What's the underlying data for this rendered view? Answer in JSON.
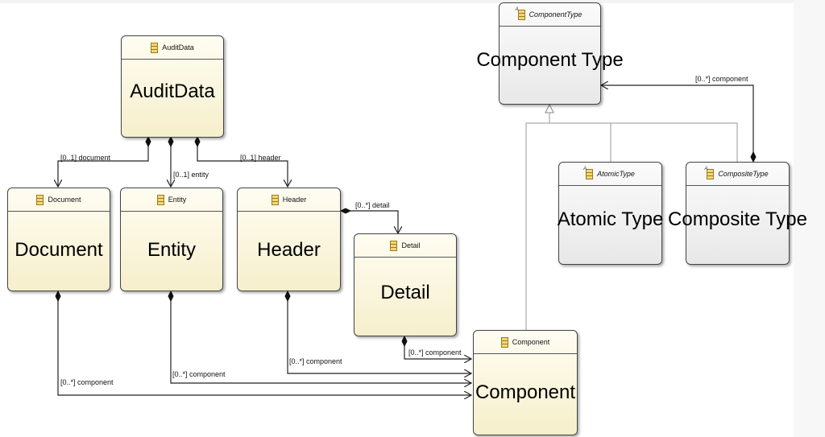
{
  "classes": {
    "component_type": {
      "header": "ComponentType",
      "name": "Component Type"
    },
    "audit_data": {
      "header": "AuditData",
      "name": "AuditData"
    },
    "atomic_type": {
      "header": "AtomicType",
      "name": "Atomic Type"
    },
    "composite_type": {
      "header": "CompositeType",
      "name": "Composite Type"
    },
    "document": {
      "header": "Document",
      "name": "Document"
    },
    "entity": {
      "header": "Entity",
      "name": "Entity"
    },
    "header": {
      "header": "Header",
      "name": "Header"
    },
    "detail": {
      "header": "Detail",
      "name": "Detail"
    },
    "component": {
      "header": "Component",
      "name": "Component"
    }
  },
  "abstract_badge": "A",
  "edges": {
    "audit_document": "[0..1] document",
    "audit_entity": "[0..1] entity",
    "audit_header": "[0..1] header",
    "header_detail": "[0..*] detail",
    "composite_component": "[0..*] component",
    "detail_component": "[0..*] component",
    "header_component": "[0..*] component",
    "entity_component": "[0..*] component",
    "document_component": "[0..*] component"
  },
  "colors": {
    "class_fill": "#f6efcc",
    "abstract_fill": "#e8e8e8",
    "line": "#222222",
    "generalization": "#aaaaaa"
  }
}
